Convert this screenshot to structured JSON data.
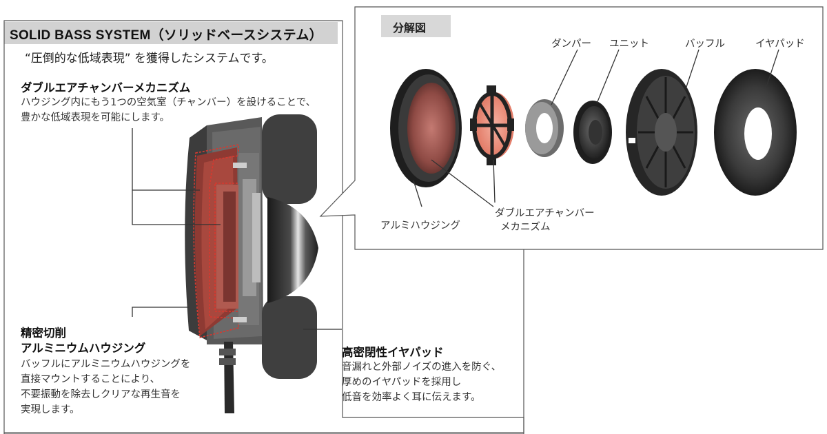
{
  "header": {
    "title": "SOLID BASS SYSTEM（ソリッドベースシステム）",
    "subtitle": "“圧倒的な低域表現” を獲得したシステムです。"
  },
  "features": [
    {
      "heading": "ダブルエアチャンバーメカニズム",
      "lines": [
        "ハウジング内にもう1つの空気室（チャンバー）を設けることで、",
        "豊かな低域表現を可能にします。"
      ]
    },
    {
      "heading_lines": [
        "精密切削",
        "アルミニウムハウジング"
      ],
      "lines": [
        "バッフルにアルミニウムハウジングを",
        "直接マウントすることにより、",
        "不要振動を除去しクリアな再生音を",
        "実現します。"
      ]
    },
    {
      "heading": "高密閉性イヤパッド",
      "lines": [
        "音漏れと外部ノイズの進入を防ぐ、",
        "厚めのイヤパッドを採用し",
        "低音を効率よく耳に伝えます。"
      ]
    }
  ],
  "exploded_view": {
    "title": "分解図",
    "labels": {
      "damper": "ダンパー",
      "unit": "ユニット",
      "baffle": "バッフル",
      "earpad": "イヤパッド",
      "aluminum_housing": "アルミハウジング",
      "chamber_line1": "ダブルエアチャンバー",
      "chamber_line2": "メカニズム"
    }
  },
  "colors": {
    "chamber_red": "#c8302e",
    "chamber_fill": "#e8a08c",
    "housing_dark": "#2a2a2a",
    "title_bar": "#d2d2d2"
  }
}
